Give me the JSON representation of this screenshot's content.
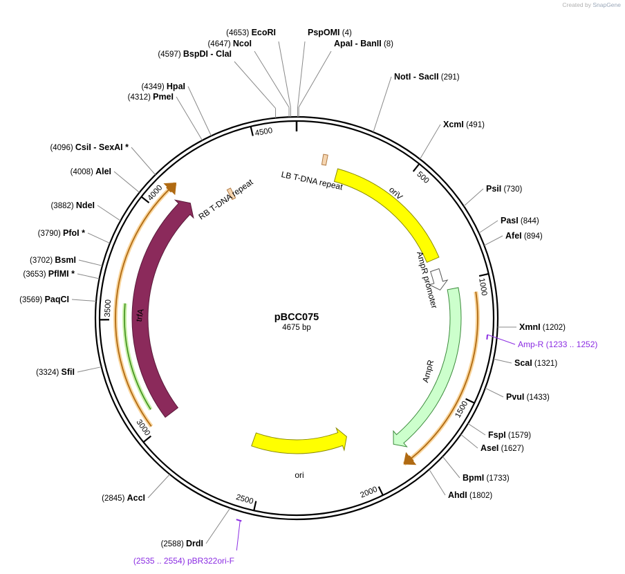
{
  "credit": {
    "prefix": "Created by",
    "brand": "SnapGene"
  },
  "plasmid": {
    "name": "pBCC075",
    "size_label": "4675 bp",
    "length": 4675
  },
  "ticks": [
    "500",
    "1000",
    "1500",
    "2000",
    "2500",
    "3000",
    "3500",
    "4000",
    "4500"
  ],
  "features": [
    {
      "name": "LB T-DNA repeat",
      "color": "#f5d5b0"
    },
    {
      "name": "oriV",
      "color": "#ffff00"
    },
    {
      "name": "AmpR promoter",
      "color": "#ffffff"
    },
    {
      "name": "AmpR",
      "color": "#ccffcc"
    },
    {
      "name": "ori",
      "color": "#ffff00"
    },
    {
      "name": "trfA",
      "color": "#8b2a5b"
    },
    {
      "name": "RB T-DNA repeat",
      "color": "#f5d5b0"
    }
  ],
  "sites": [
    {
      "name": "EcoRI",
      "pos": "(4653)"
    },
    {
      "name": "NcoI",
      "pos": "(4647)"
    },
    {
      "name": "BspDI",
      "name2": "ClaI",
      "pos": "(4597)"
    },
    {
      "name": "PspOMI",
      "pos": "(4)"
    },
    {
      "name": "ApaI",
      "name2": "BanII",
      "pos": "(8)"
    },
    {
      "name": "NotI",
      "name2": "SacII",
      "pos": "(291)"
    },
    {
      "name": "XcmI",
      "pos": "(491)"
    },
    {
      "name": "PsiI",
      "pos": "(730)"
    },
    {
      "name": "PasI",
      "pos": "(844)"
    },
    {
      "name": "AfeI",
      "pos": "(894)"
    },
    {
      "name": "XmnI",
      "pos": "(1202)"
    },
    {
      "name": "ScaI",
      "pos": "(1321)"
    },
    {
      "name": "PvuI",
      "pos": "(1433)"
    },
    {
      "name": "FspI",
      "pos": "(1579)"
    },
    {
      "name": "AseI",
      "pos": "(1627)"
    },
    {
      "name": "BpmI",
      "pos": "(1733)"
    },
    {
      "name": "AhdI",
      "pos": "(1802)"
    },
    {
      "name": "DrdI",
      "pos": "(2588)"
    },
    {
      "name": "AccI",
      "pos": "(2845)"
    },
    {
      "name": "SfiI",
      "pos": "(3324)"
    },
    {
      "name": "PaqCI",
      "pos": "(3569)"
    },
    {
      "name": "PflMI *",
      "pos": "(3653)"
    },
    {
      "name": "BsmI",
      "pos": "(3702)"
    },
    {
      "name": "PfoI *",
      "pos": "(3790)"
    },
    {
      "name": "NdeI",
      "pos": "(3882)"
    },
    {
      "name": "AleI",
      "pos": "(4008)"
    },
    {
      "name": "CsiI",
      "name2": "SexAI *",
      "pos": "(4096)"
    },
    {
      "name": "PmeI",
      "pos": "(4312)"
    },
    {
      "name": "HpaI",
      "pos": "(4349)"
    }
  ],
  "primers": [
    {
      "name": "Amp-R",
      "range": "(1233 .. 1252)",
      "color": "#8a2be2"
    },
    {
      "name": "pBR322ori-F",
      "range": "(2535 .. 2554)",
      "color": "#8a2be2"
    }
  ]
}
